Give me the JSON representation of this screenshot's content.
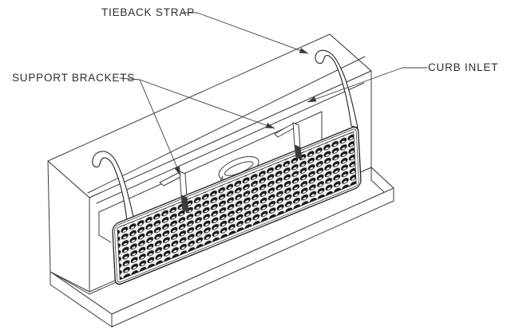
{
  "figure": {
    "description": "Isometric CAD line drawing of curb inlet protection: a perforated filter panel mounted over a curb inlet opening, held by support brackets, with tieback straps looped over the curb",
    "background": "#ffffff",
    "line_color": "#3c3c3c",
    "heavy_line_color": "#232323",
    "hole_color": "#191919",
    "arrow_color": "#3a3a3a"
  },
  "labels": {
    "tieback_strap": "TIEBACK STRAP",
    "support_brackets": "SUPPORT BRACKETS",
    "curb_inlet": "CURB INLET"
  }
}
